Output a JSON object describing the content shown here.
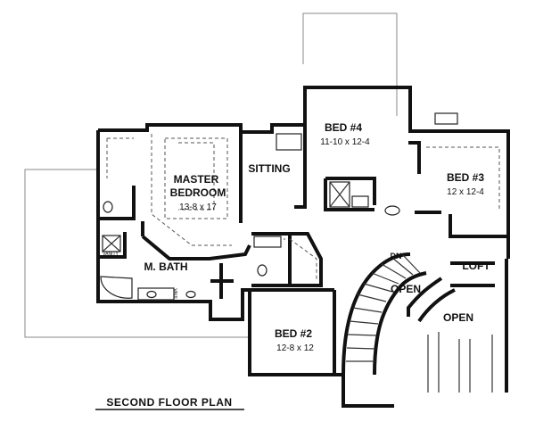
{
  "plan_title": "SECOND FLOOR PLAN",
  "rooms": {
    "master_bedroom": {
      "name_line1": "MASTER",
      "name_line2": "BEDROOM",
      "size": "13-8 x 17"
    },
    "sitting": {
      "name": "SITTING"
    },
    "bed4": {
      "name": "BED #4",
      "size": "11-10 x 12-4"
    },
    "bed3": {
      "name": "BED #3",
      "size": "12 x 12-4"
    },
    "m_bath": {
      "name": "M. BATH"
    },
    "loft": {
      "name": "LOFT"
    },
    "open1": {
      "name": "OPEN"
    },
    "open2": {
      "name": "OPEN"
    },
    "bed2": {
      "name": "BED #2",
      "size": "12-8 x 12"
    }
  },
  "stair_label": "DN",
  "small_labels": {
    "vanity": "VANITY",
    "vault": "VAULT"
  }
}
